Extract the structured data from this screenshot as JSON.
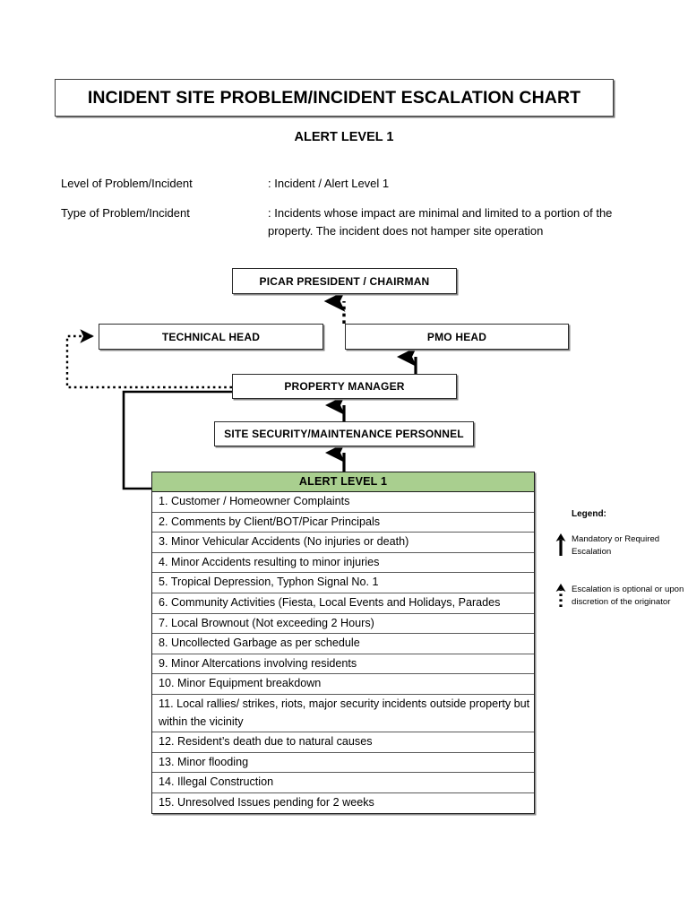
{
  "document": {
    "title": "INCIDENT SITE PROBLEM/INCIDENT ESCALATION CHART",
    "subtitle": "ALERT LEVEL 1"
  },
  "meta": [
    {
      "label": "Level of Problem/Incident",
      "value": ": Incident / Alert Level 1"
    },
    {
      "label": "Type of Problem/Incident",
      "value": ": Incidents whose impact are minimal and limited to a portion of the property. The incident does not hamper site operation"
    }
  ],
  "org_chart": {
    "nodes": [
      {
        "id": "picar",
        "label": "PICAR PRESIDENT / CHAIRMAN"
      },
      {
        "id": "technical",
        "label": "TECHNICAL HEAD"
      },
      {
        "id": "pmo",
        "label": "PMO HEAD"
      },
      {
        "id": "property",
        "label": "PROPERTY MANAGER"
      },
      {
        "id": "site",
        "label": "SITE SECURITY/MAINTENANCE PERSONNEL"
      }
    ],
    "edges": [
      {
        "from": "pmo",
        "to": "picar",
        "style": "dotted",
        "meaning": "optional escalation"
      },
      {
        "from": "property",
        "to": "pmo",
        "style": "solid",
        "meaning": "mandatory escalation"
      },
      {
        "from": "site",
        "to": "property",
        "style": "solid",
        "meaning": "mandatory escalation"
      },
      {
        "from": "alert",
        "to": "site",
        "style": "solid",
        "meaning": "mandatory escalation"
      },
      {
        "from": "property",
        "to": "technical",
        "style": "dotted",
        "meaning": "optional escalation"
      },
      {
        "from": "alert",
        "to": "property",
        "style": "solid",
        "meaning": "mandatory escalation"
      }
    ]
  },
  "alert_table": {
    "header": "ALERT LEVEL 1",
    "header_color": "#a9cf8f",
    "items": [
      "1. Customer / Homeowner Complaints",
      "2. Comments by Client/BOT/Picar Principals",
      "3. Minor Vehicular Accidents (No injuries or death)",
      "4. Minor Accidents resulting to minor injuries",
      "5. Tropical Depression, Typhon Signal No. 1",
      "6. Community Activities (Fiesta, Local Events and Holidays, Parades",
      "7. Local Brownout (Not exceeding 2 Hours)",
      "8. Uncollected Garbage as per schedule",
      "9. Minor Altercations involving residents",
      "10. Minor Equipment breakdown",
      "11. Local rallies/ strikes, riots, major security incidents outside property but within the vicinity",
      "12. Resident’s death due to natural causes",
      "13. Minor flooding",
      "14. Illegal Construction",
      "15. Unresolved Issues pending for 2 weeks"
    ]
  },
  "legend": {
    "title": "Legend:",
    "entries": [
      {
        "glyph": "solid-up-arrow",
        "text": "Mandatory or Required Escalation"
      },
      {
        "glyph": "dotted-up-arrow",
        "text": "Escalation is optional or upon discretion of the originator"
      }
    ]
  }
}
